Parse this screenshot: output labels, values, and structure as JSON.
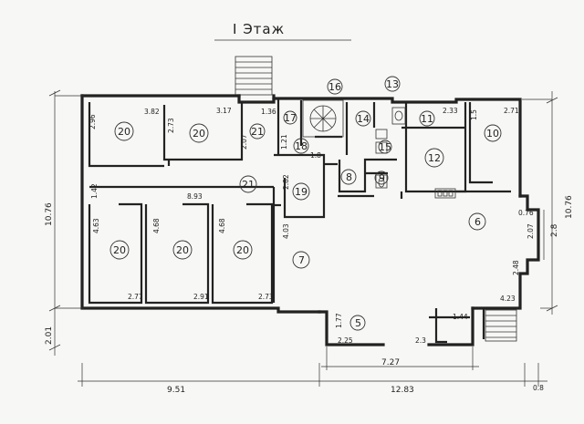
{
  "title": "I   Этаж",
  "dimensions": {
    "left_outer": "10.76",
    "left_bottom": "2.01",
    "right_outer": "10.76",
    "right_28": "2.8",
    "bottom_left": "9.51",
    "bottom_right": "12.83",
    "bottom_727": "7.27",
    "bottom_right_small": "0.8",
    "bottom_225": "2.25",
    "bottom_23": "2.3"
  },
  "inner_dims": [
    "2.96",
    "3.82",
    "2.73",
    "3.17",
    "1.36",
    "2.07",
    "1.21",
    "1.8",
    "2.82",
    "4.03",
    "1.42",
    "8.93",
    "4.63",
    "4.68",
    "4.68",
    "2.77",
    "2.91",
    "2.73",
    "2.33",
    "1.5",
    "2.71",
    "0.76",
    "2.07",
    "2.48",
    "4.23",
    "1.77",
    "1.44"
  ],
  "rooms": [
    {
      "n": "20"
    },
    {
      "n": "20"
    },
    {
      "n": "21"
    },
    {
      "n": "17"
    },
    {
      "n": "16"
    },
    {
      "n": "13"
    },
    {
      "n": "14"
    },
    {
      "n": "11"
    },
    {
      "n": "10"
    },
    {
      "n": "18"
    },
    {
      "n": "15"
    },
    {
      "n": "21"
    },
    {
      "n": "19"
    },
    {
      "n": "8"
    },
    {
      "n": "9"
    },
    {
      "n": "12"
    },
    {
      "n": "20"
    },
    {
      "n": "20"
    },
    {
      "n": "20"
    },
    {
      "n": "7"
    },
    {
      "n": "6"
    },
    {
      "n": "5"
    }
  ]
}
